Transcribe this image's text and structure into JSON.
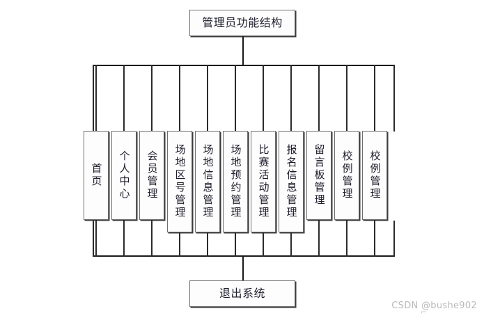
{
  "diagram": {
    "title_node": {
      "label": "管理员功能结构"
    },
    "exit_node": {
      "label": "退出系统"
    },
    "leaf_nodes": [
      {
        "label": "首页"
      },
      {
        "label": "个人中心"
      },
      {
        "label": "会员管理"
      },
      {
        "label": "场地区号管理"
      },
      {
        "label": "场地信息管理"
      },
      {
        "label": "场地预约管理"
      },
      {
        "label": "比赛活动管理"
      },
      {
        "label": "报名信息管理"
      },
      {
        "label": "留言板管理"
      },
      {
        "label": "校例管理"
      },
      {
        "label": "校例管理"
      }
    ]
  },
  "watermark": {
    "text": "CSDN @bushe902",
    "caret": "⌐"
  },
  "colors": {
    "line": "#1a1a1a",
    "box_border": "#6e6e6e",
    "box_shadow": "#3b3b3b",
    "text": "#1d1d2b",
    "watermark": "#b9b9b9",
    "background": "#ffffff"
  }
}
